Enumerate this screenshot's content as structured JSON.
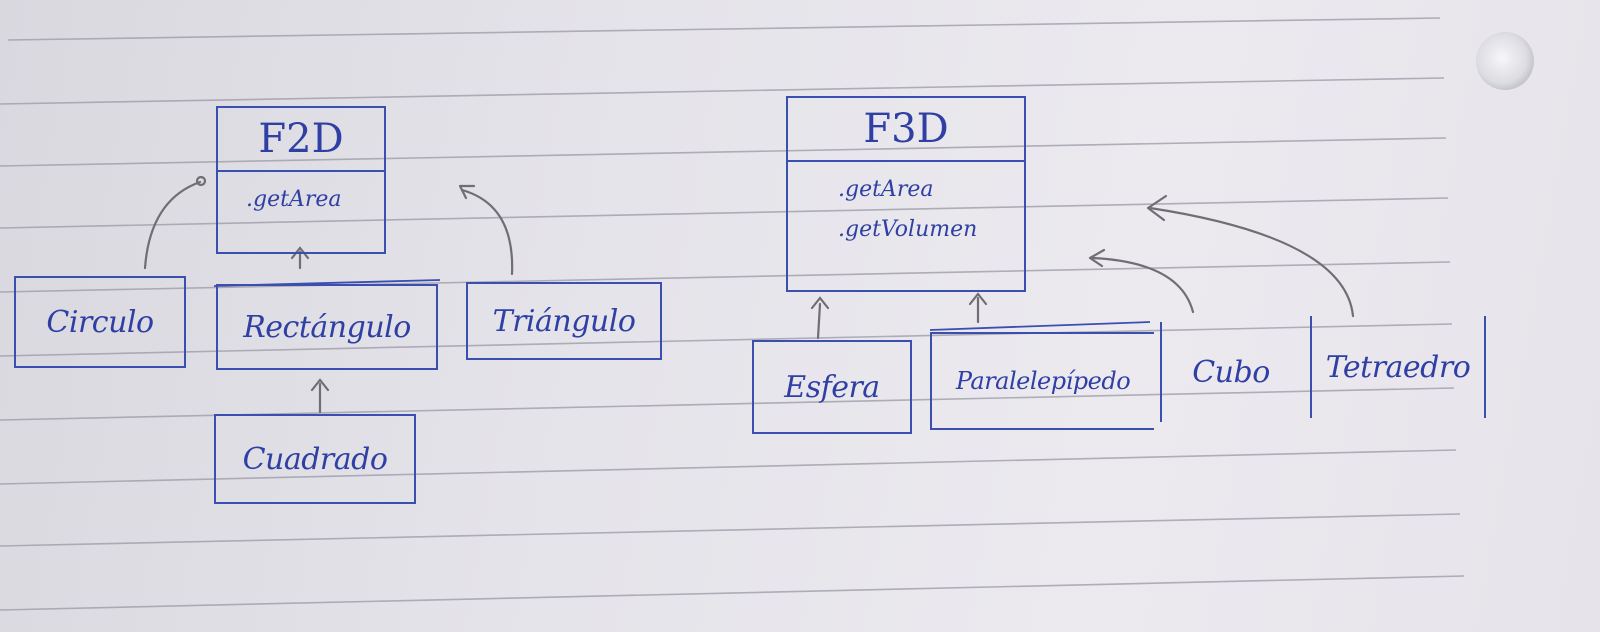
{
  "diagram_2d": {
    "interface": {
      "title": "F2D",
      "methods": [
        ".getArea"
      ]
    },
    "classes": {
      "circulo": "Circulo",
      "rectangulo": "Rectángulo",
      "triangulo": "Triángulo",
      "cuadrado": "Cuadrado"
    }
  },
  "diagram_3d": {
    "interface": {
      "title": "F3D",
      "methods": [
        ".getArea",
        ".getVolumen"
      ]
    },
    "classes": {
      "esfera": "Esfera",
      "paralelepipedo": "Paralelepípedo",
      "cubo": "Cubo",
      "tetraedro": "Tetraedro"
    }
  },
  "colors": {
    "ink": "#3b4fb0",
    "pencil": "#6e6e74",
    "rule": "#9a99a6",
    "paper": "#e6e4ea"
  }
}
